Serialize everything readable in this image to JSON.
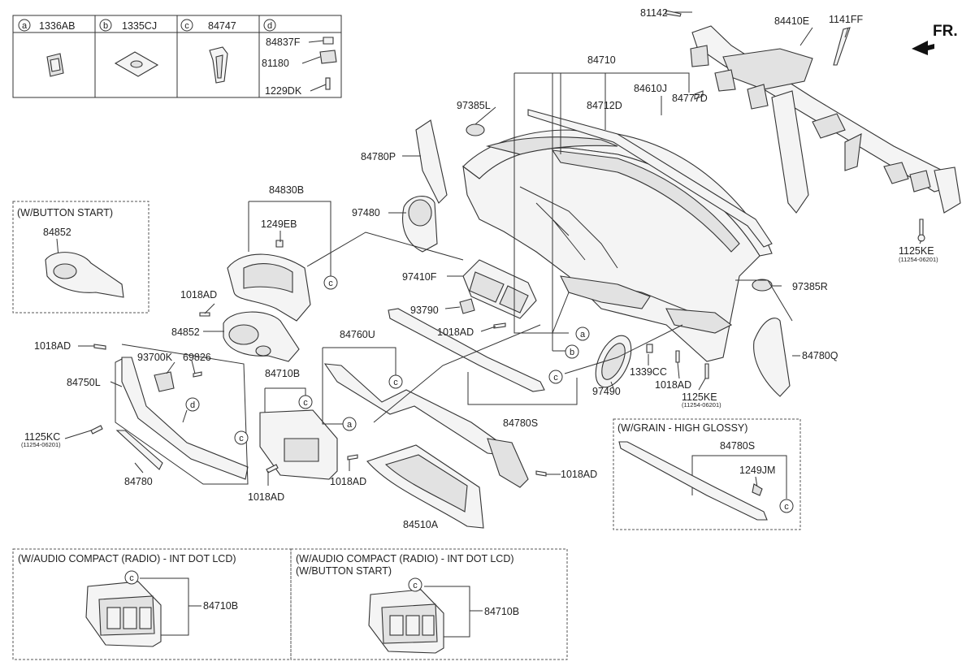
{
  "legend": {
    "a": {
      "letter": "a",
      "code": "1336AB"
    },
    "b": {
      "letter": "b",
      "code": "1335CJ"
    },
    "c": {
      "letter": "c",
      "code": "84747"
    },
    "d": {
      "letter": "d",
      "parts": [
        "84837F",
        "81180",
        "1229DK"
      ]
    }
  },
  "direction": "FR.",
  "circle_letters": {
    "a": "a",
    "b": "b",
    "c": "c",
    "d": "d"
  },
  "boxes": {
    "button_start": {
      "title": "(W/BUTTON START)",
      "part": "84852"
    },
    "grain": {
      "title": "(W/GRAIN - HIGH GLOSSY)",
      "part1": "84780S",
      "part2": "1249JM"
    },
    "audio1": {
      "title": "(W/AUDIO COMPACT (RADIO) - INT DOT LCD)",
      "part": "84710B"
    },
    "audio2": {
      "title1": "(W/AUDIO COMPACT (RADIO) - INT DOT LCD)",
      "title2": "(W/BUTTON START)",
      "part": "84710B"
    }
  },
  "labels": {
    "p81142": "81142",
    "p84410E": "84410E",
    "p1141FF": "1141FF",
    "p84710": "84710",
    "p84712D": "84712D",
    "p84610J": "84610J",
    "p84777D": "84777D",
    "p97385L": "97385L",
    "p84780P": "84780P",
    "p97480": "97480",
    "p84830B": "84830B",
    "p1249EB": "1249EB",
    "p1018AD_a": "1018AD",
    "p84852": "84852",
    "p1018AD_b": "1018AD",
    "p93700K": "93700K",
    "p69826": "69826",
    "p84750L": "84750L",
    "p1125KC": "1125KC",
    "p1125KC_sub": "(11254-06201)",
    "p84780": "84780",
    "p84710B": "84710B",
    "p1018AD_c": "1018AD",
    "p84760U": "84760U",
    "p1018AD_d": "1018AD",
    "p97410F": "97410F",
    "p93790": "93790",
    "p1018AD_e": "1018AD",
    "p84510A": "84510A",
    "p1018AD_f": "1018AD",
    "p84780S": "84780S",
    "p97490": "97490",
    "p1339CC": "1339CC",
    "p1018AD_g": "1018AD",
    "p1125KE_a": "1125KE",
    "p1125KE_a_sub": "(11254-06201)",
    "p84780Q": "84780Q",
    "p97385R": "97385R",
    "p1125KE_b": "1125KE",
    "p1125KE_b_sub": "(11254-06201)"
  },
  "colors": {
    "line": "#333333",
    "fill": "#f4f4f4",
    "background": "#ffffff"
  }
}
